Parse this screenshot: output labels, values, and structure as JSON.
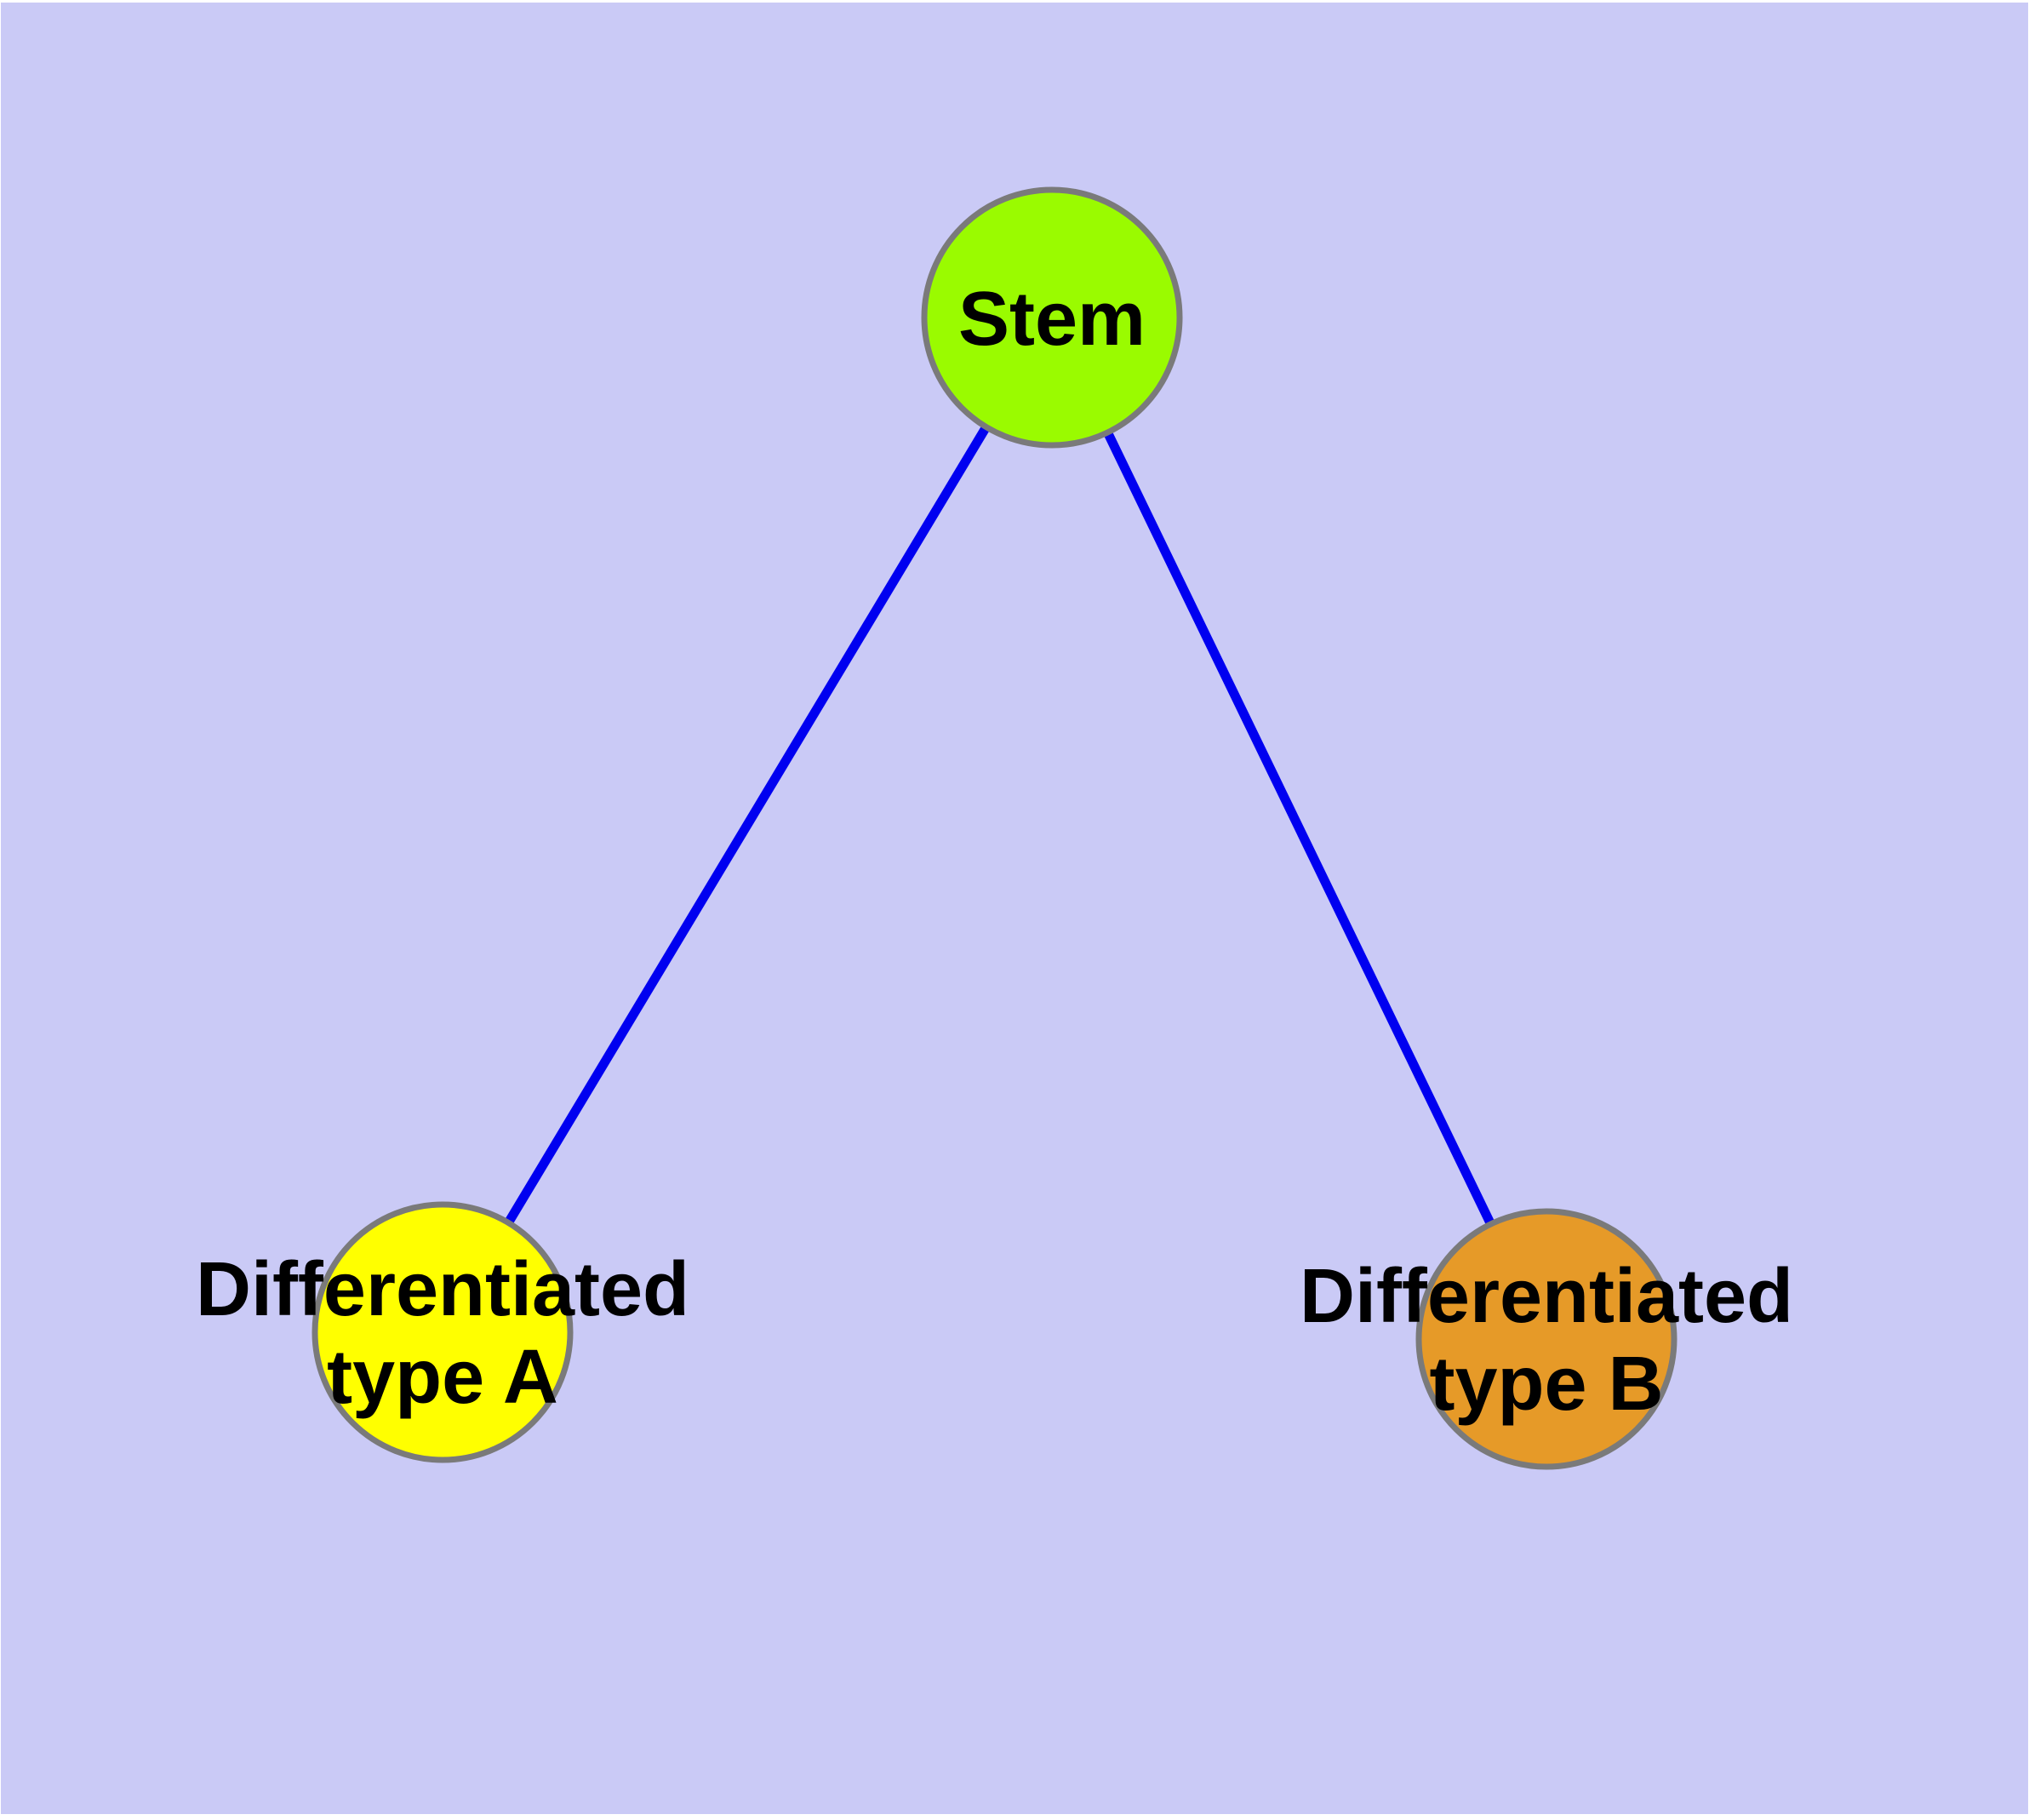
{
  "diagram": {
    "page_background_color": "#ffffff",
    "panel_background_color": "#cacaf6",
    "edge_color": "#0000f0",
    "node_border_color": "#7a7a7a",
    "label_color": "#000000",
    "nodes": [
      {
        "id": "stem",
        "label_line1": "Stem",
        "label_line2": "",
        "color": "#9afb00"
      },
      {
        "id": "type-a",
        "label_line1": "Differentiated",
        "label_line2": "type A",
        "color": "#ffff00"
      },
      {
        "id": "type-b",
        "label_line1": "Differentiated",
        "label_line2": "type B",
        "color": "#e69a28"
      }
    ],
    "edges": [
      {
        "from": "Stem",
        "to": "Differentiated type A"
      },
      {
        "from": "Stem",
        "to": "Differentiated type B"
      }
    ]
  }
}
